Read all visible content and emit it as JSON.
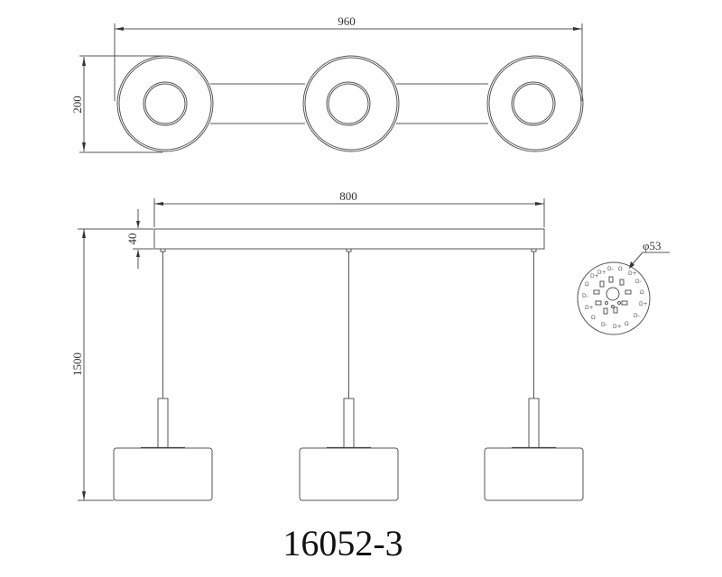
{
  "drawing": {
    "model_number": "16052-3",
    "top_view": {
      "width_label": "960",
      "depth_label": "200",
      "shade_count": 3
    },
    "front_view": {
      "canopy_length_label": "800",
      "canopy_height_label": "40",
      "overall_height_label": "1500",
      "pendant_count": 3
    },
    "led_board": {
      "diameter_label": "φ53",
      "led_glyphs": [
        "D+",
        "D-",
        "Ω",
        "D+",
        "D-",
        "Ω",
        "D+",
        "D-",
        "Ω",
        "D+",
        "D-",
        "Ω",
        "D+",
        "D-",
        "Ω",
        "D+"
      ]
    },
    "colors": {
      "line": "#555555",
      "text": "#333333",
      "background": "#ffffff"
    }
  }
}
